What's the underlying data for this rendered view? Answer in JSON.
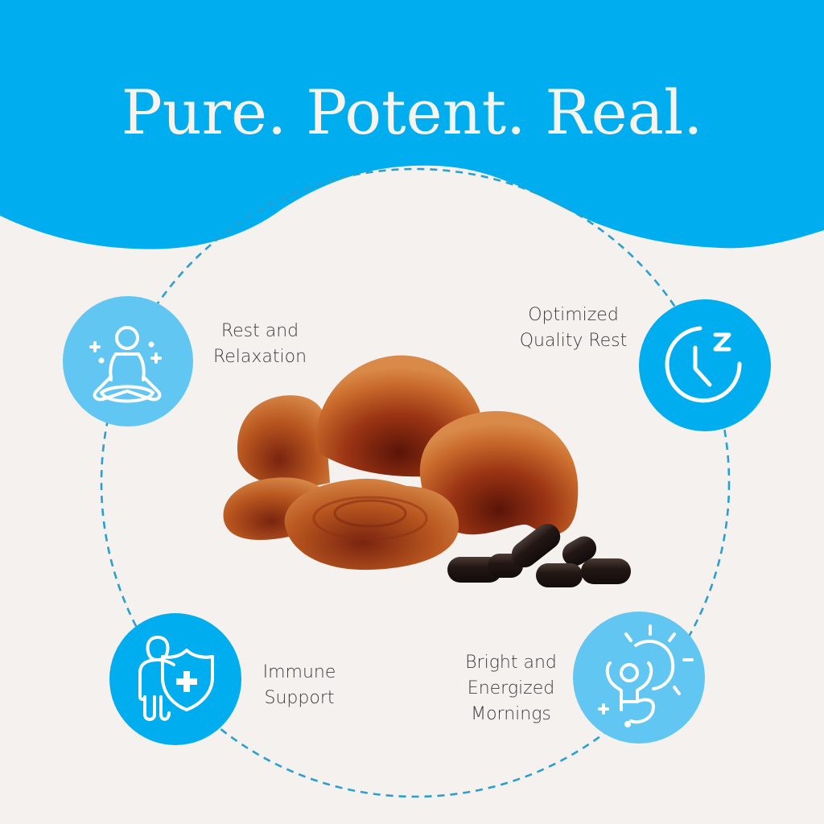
{
  "header": {
    "title": "Pure. Potent. Real.",
    "background_color": "#00adef"
  },
  "colors": {
    "page_background": "#f4f1ee",
    "dark_blue": "#00adef",
    "light_blue": "#62c6f2",
    "dash_line": "#2a9fd0",
    "text": "#3d3d3d"
  },
  "benefits": [
    {
      "label_line1": "Rest and",
      "label_line2": "Relaxation",
      "icon": "meditation-icon"
    },
    {
      "label_line1": "Optimized",
      "label_line2": "Quality Rest",
      "icon": "clock-sleep-icon"
    },
    {
      "label_line1": "Immune",
      "label_line2": "Support",
      "icon": "person-shield-icon"
    },
    {
      "label_line1": "Bright and",
      "label_line2": "Energized",
      "label_line3": "Mornings",
      "icon": "sunrise-person-icon"
    }
  ],
  "product": {
    "description": "Reishi mushrooms with capsules"
  }
}
